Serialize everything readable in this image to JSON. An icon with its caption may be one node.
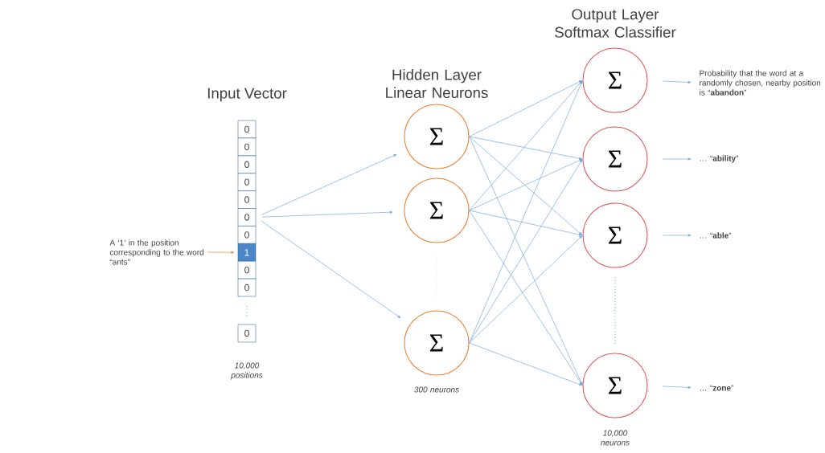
{
  "diagram": {
    "nodes": [
      {
        "text": [
          "Input Vector"
        ],
        "beside": [
          "10,000 positions"
        ]
      },
      {
        "text": [
          "0"
        ],
        "in": 0
      },
      {
        "text": [
          "0"
        ],
        "in": 0
      },
      {
        "text": [
          "0"
        ],
        "in": 0
      },
      {
        "text": [
          "0"
        ],
        "in": 0
      },
      {
        "text": [
          "0"
        ],
        "in": 0
      },
      {
        "text": [
          "0"
        ],
        "in": 0
      },
      {
        "text": [
          "0"
        ],
        "in": 0
      },
      {
        "text": [
          "1"
        ],
        "in": 0
      },
      {
        "text": [
          "0"
        ],
        "in": 0
      },
      {
        "text": [
          "0"
        ],
        "in": 0
      },
      {
        "text": [
          "0"
        ],
        "in": 0
      },
      {
        "text": [
          "A ‘1’ in the position corresponding to the word “ants”"
        ]
      },
      {
        "text": [
          "Σ"
        ]
      },
      {
        "text": [
          "Σ"
        ]
      },
      {
        "text": [
          "Σ"
        ]
      },
      {
        "text": [
          "Σ"
        ]
      },
      {
        "text": [
          "Σ"
        ]
      },
      {
        "text": [
          "Σ"
        ]
      },
      {
        "text": [
          "Σ"
        ]
      },
      {
        "text": [
          "Probability that the word at a randomly chosen, nearby position is “**abandon**”"
        ]
      },
      {
        "text": [
          "… “**ability**”"
        ]
      },
      {
        "text": [
          "… “**able**”"
        ]
      },
      {
        "text": [
          "… “**zone**”"
        ]
      }
    ],
    "edges": [
      {
        "from": 12,
        "to": 8,
        "arrow": "to",
        "color": "#ed7d31"
      },
      {
        "from": 6,
        "to": 13,
        "arrow": "to"
      },
      {
        "from": 6,
        "to": 14,
        "arrow": "to"
      },
      {
        "from": 6,
        "to": 15,
        "arrow": "to"
      },
      {
        "from": 13,
        "to": 16,
        "arrow": "to"
      },
      {
        "from": 13,
        "to": 17,
        "arrow": "to"
      },
      {
        "from": 13,
        "to": 18,
        "arrow": "to"
      },
      {
        "from": 13,
        "to": 19,
        "arrow": "to"
      },
      {
        "from": 14,
        "to": 16,
        "arrow": "to"
      },
      {
        "from": 14,
        "to": 17,
        "arrow": "to"
      },
      {
        "from": 14,
        "to": 18,
        "arrow": "to"
      },
      {
        "from": 14,
        "to": 19,
        "arrow": "to"
      },
      {
        "from": 15,
        "to": 16,
        "arrow": "to"
      },
      {
        "from": 15,
        "to": 17,
        "arrow": "to"
      },
      {
        "from": 15,
        "to": 18,
        "arrow": "to"
      },
      {
        "from": 15,
        "to": 19,
        "arrow": "to"
      },
      {
        "from": 16,
        "to": 20,
        "arrow": "to"
      },
      {
        "from": 17,
        "to": 21,
        "arrow": "to"
      },
      {
        "from": 18,
        "to": 22,
        "arrow": "to"
      },
      {
        "from": 19,
        "to": 23,
        "arrow": "to"
      }
    ],
    "labels": [
      "Hidden Layer Linear Neurons",
      "Output Layer Softmax Classifier",
      "300 neurons",
      "10,000 neurons"
    ]
  }
}
